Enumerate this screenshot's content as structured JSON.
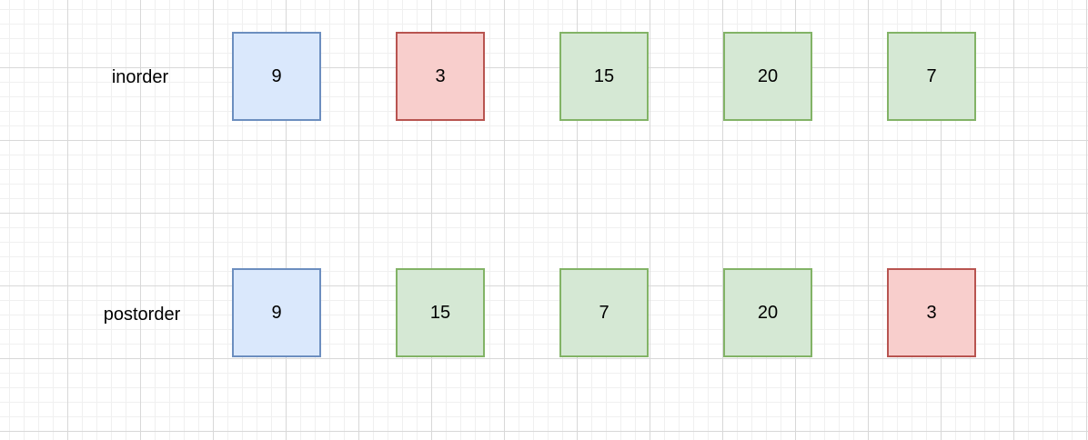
{
  "colors": {
    "blue_fill": "#dae8fc",
    "blue_stroke": "#6c8ebf",
    "red_fill": "#f8cecc",
    "red_stroke": "#b85450",
    "green_fill": "#d5e8d4",
    "green_stroke": "#82b366"
  },
  "inorder": {
    "label": "inorder",
    "cells": [
      {
        "value": "9",
        "color": "blue"
      },
      {
        "value": "3",
        "color": "red"
      },
      {
        "value": "15",
        "color": "green"
      },
      {
        "value": "20",
        "color": "green"
      },
      {
        "value": "7",
        "color": "green"
      }
    ]
  },
  "postorder": {
    "label": "postorder",
    "cells": [
      {
        "value": "9",
        "color": "blue"
      },
      {
        "value": "15",
        "color": "green"
      },
      {
        "value": "7",
        "color": "green"
      },
      {
        "value": "20",
        "color": "green"
      },
      {
        "value": "3",
        "color": "red"
      }
    ]
  }
}
